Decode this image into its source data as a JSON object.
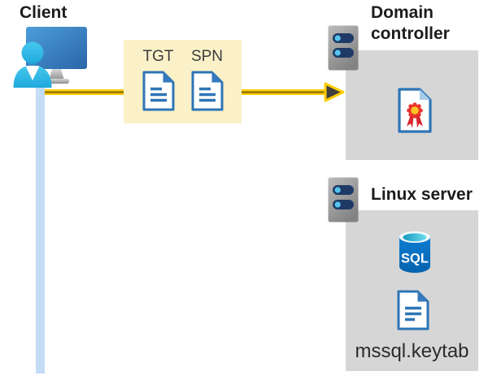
{
  "client": {
    "label": "Client"
  },
  "token_box": {
    "tgt_label": "TGT",
    "spn_label": "SPN"
  },
  "domain_controller": {
    "label": "Domain controller"
  },
  "linux_server": {
    "label": "Linux server",
    "database_label": "SQL",
    "keytab_label": "mssql.keytab"
  },
  "icons": {
    "client": "client-computer-icon",
    "server": "server-icon",
    "document": "document-icon",
    "certificate": "certificate-icon",
    "database": "sql-database-icon",
    "arrow": "request-arrow-icon"
  },
  "colors": {
    "token_box_bg": "#FAF1C8",
    "panel_bg": "#D6D6D6",
    "arrow_gold": "#FFCC00",
    "arrow_core": "#8F7500",
    "arrowhead_fill": "#3F3F3F",
    "timeline_blue": "#C4DCF5",
    "doc_blue": "#2E75B6",
    "title_text": "#1C1C1C",
    "label_text": "#3C3C3C"
  }
}
